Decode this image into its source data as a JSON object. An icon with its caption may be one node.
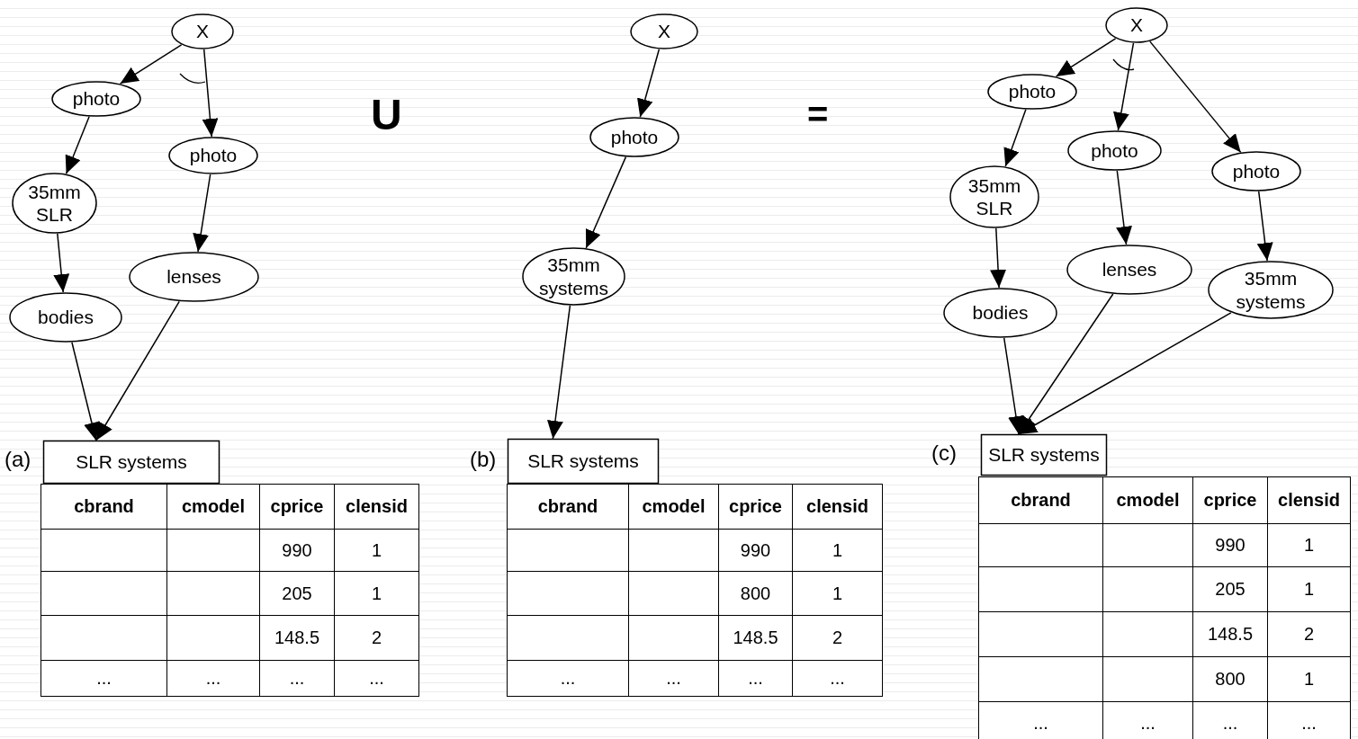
{
  "diagram": {
    "nodes": [
      {
        "text": [
          "X"
        ]
      },
      {
        "text": [
          "photo"
        ]
      },
      {
        "text": [
          "photo"
        ]
      },
      {
        "text": [
          "35mm SLR"
        ]
      },
      {
        "text": [
          "lenses"
        ]
      },
      {
        "text": [
          "bodies"
        ]
      },
      {
        "text": [
          "SLR systems"
        ]
      },
      {
        "text": [
          "X"
        ]
      },
      {
        "text": [
          "photo"
        ]
      },
      {
        "text": [
          "35mm systems"
        ]
      },
      {
        "text": [
          "SLR systems"
        ]
      },
      {
        "text": [
          "X"
        ]
      },
      {
        "text": [
          "photo"
        ]
      },
      {
        "text": [
          "photo"
        ]
      },
      {
        "text": [
          "photo"
        ]
      },
      {
        "text": [
          "35mm SLR"
        ]
      },
      {
        "text": [
          "lenses"
        ]
      },
      {
        "text": [
          "35mm systems"
        ]
      },
      {
        "text": [
          "bodies"
        ]
      },
      {
        "text": [
          "SLR systems"
        ]
      }
    ],
    "edges": [
      {
        "from": 0,
        "to": 1,
        "arrow": "to"
      },
      {
        "from": 0,
        "to": 2,
        "arrow": "to"
      },
      {
        "from": 1,
        "to": 3,
        "arrow": "to"
      },
      {
        "from": 2,
        "to": 4,
        "arrow": "to"
      },
      {
        "from": 3,
        "to": 5,
        "arrow": "to"
      },
      {
        "from": 5,
        "to": 6,
        "arrow": "to"
      },
      {
        "from": 4,
        "to": 6,
        "arrow": "to"
      },
      {
        "from": 7,
        "to": 8,
        "arrow": "to"
      },
      {
        "from": 8,
        "to": 9,
        "arrow": "to"
      },
      {
        "from": 9,
        "to": 10,
        "arrow": "to"
      },
      {
        "from": 11,
        "to": 12,
        "arrow": "to"
      },
      {
        "from": 11,
        "to": 13,
        "arrow": "to"
      },
      {
        "from": 11,
        "to": 14,
        "arrow": "to"
      },
      {
        "from": 12,
        "to": 15,
        "arrow": "to"
      },
      {
        "from": 13,
        "to": 16,
        "arrow": "to"
      },
      {
        "from": 14,
        "to": 17,
        "arrow": "to"
      },
      {
        "from": 15,
        "to": 18,
        "arrow": "to"
      },
      {
        "from": 18,
        "to": 19,
        "arrow": "to"
      },
      {
        "from": 16,
        "to": 19,
        "arrow": "to"
      },
      {
        "from": 17,
        "to": 19,
        "arrow": "to"
      }
    ],
    "labels": [
      "U",
      "=",
      "(a)",
      "cbrand",
      "cmodel",
      "cprice",
      "clensid",
      "990",
      "1",
      "205",
      "1",
      "148.5",
      "2",
      "...",
      "...",
      "...",
      "...",
      "(b)",
      "cbrand",
      "cmodel",
      "cprice",
      "clensid",
      "990",
      "1",
      "800",
      "1",
      "148.5",
      "2",
      "...",
      "...",
      "...",
      "...",
      "(c)",
      "cbrand",
      "cmodel",
      "cprice",
      "clensid",
      "990",
      "1",
      "205",
      "1",
      "148.5",
      "2",
      "800",
      "1",
      "...",
      "...",
      "...",
      "..."
    ]
  }
}
